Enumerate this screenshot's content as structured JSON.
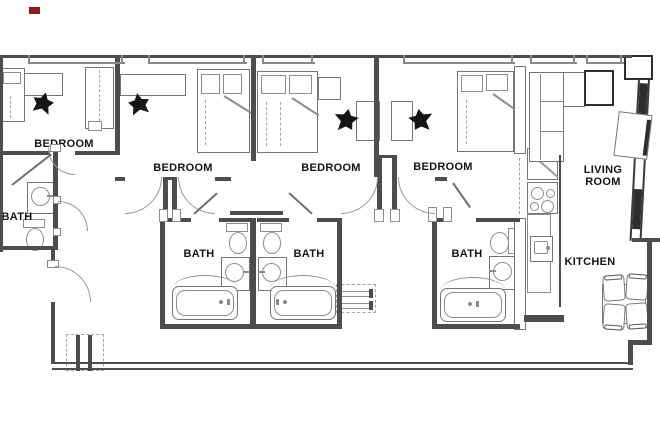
{
  "rooms": {
    "bedroom1": {
      "label": "BEDROOM"
    },
    "bedroom2": {
      "label": "BEDROOM"
    },
    "bedroom3": {
      "label": "BEDROOM"
    },
    "bedroom4": {
      "label": "BEDROOM"
    },
    "bath1": {
      "label": "BATH"
    },
    "bath2": {
      "label": "BATH"
    },
    "bath3": {
      "label": "BATH"
    },
    "bath4": {
      "label": "BATH"
    },
    "living_room": {
      "label": "LIVING\nROOM"
    },
    "kitchen": {
      "label": "KITCHEN"
    }
  },
  "furniture_icons": [
    "bed-icon",
    "pillow-icon",
    "desk-icon",
    "desk-chair-icon",
    "closet-icon",
    "toilet-icon",
    "sink-vanity-icon",
    "bathtub-icon",
    "shower-curtain-icon",
    "refrigerator-icon",
    "stove-icon",
    "kitchen-sink-icon",
    "sectional-sofa-icon",
    "armchair-icon",
    "tv-console-icon",
    "dining-table-icon",
    "dining-chair-icon",
    "shelf-icon",
    "door-swing-icon",
    "window-icon"
  ],
  "colors": {
    "wall": "#4d4d4d",
    "window_line": "#8a8a8a",
    "furniture_line": "#757575",
    "label_text": "#141414",
    "accent_mark": "#8c1c1c"
  }
}
